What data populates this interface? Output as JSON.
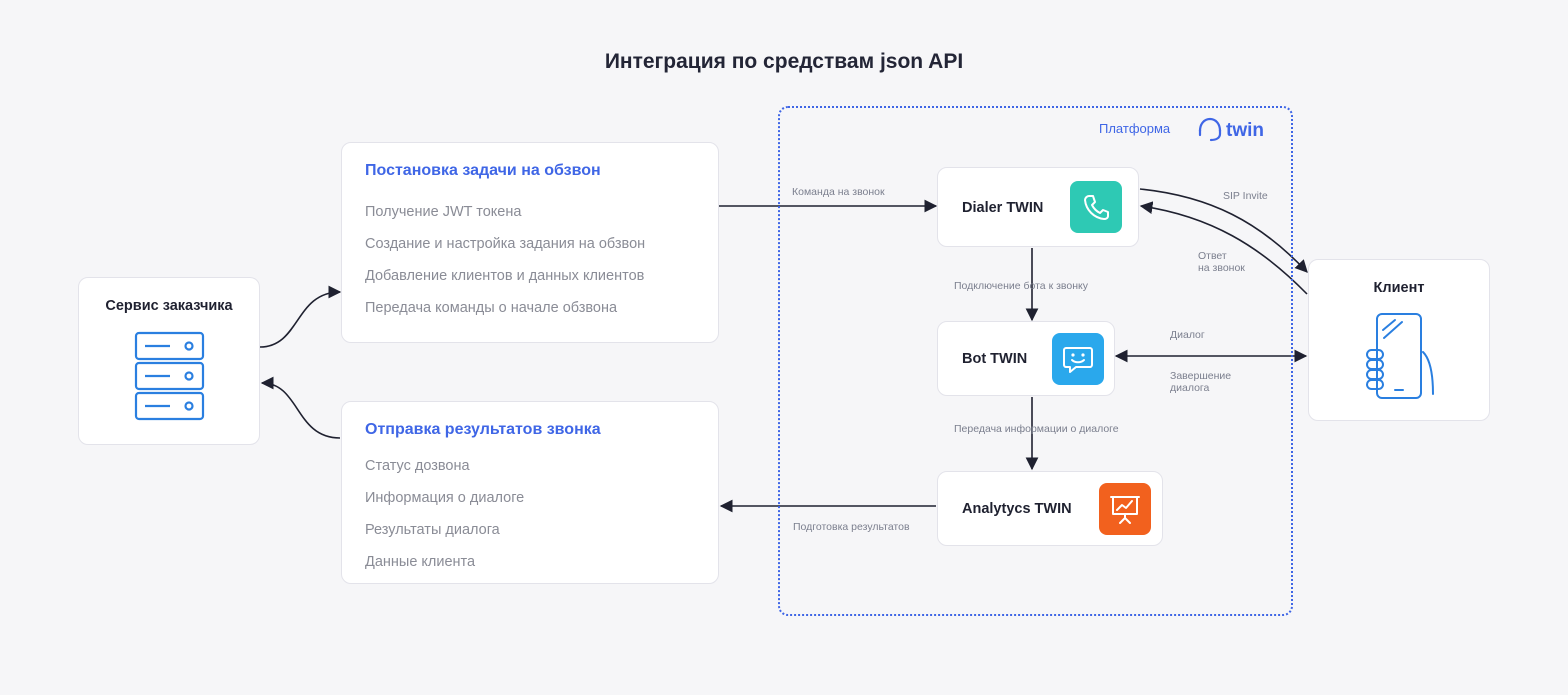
{
  "diagram": {
    "title": "Интеграция по средствам json API",
    "platform": {
      "label": "Платформа",
      "logo_text": "twin",
      "accent": "#3f66e6"
    },
    "customer_service": {
      "label": "Сервис заказчика",
      "icon": "server-icon"
    },
    "task_card": {
      "heading": "Постановка задачи на обзвон",
      "items": [
        "Получение JWT токена",
        "Создание и настройка задания на обзвон",
        "Добавление клиентов и данных клиентов",
        "Передача команды о начале обзвона"
      ]
    },
    "results_card": {
      "heading": "Отправка результатов звонка",
      "items": [
        "Статус дозвона",
        "Информация о диалоге",
        "Результаты диалога",
        "Данные клиента"
      ]
    },
    "nodes": {
      "dialer": {
        "label": "Dialer TWIN",
        "icon": "phone-icon",
        "color": "#2ec9b4"
      },
      "bot": {
        "label": "Bot TWIN",
        "icon": "chat-bot-icon",
        "color": "#2aa8ec"
      },
      "analytics": {
        "label": "Analytycs TWIN",
        "icon": "presentation-chart-icon",
        "color": "#f2611e"
      }
    },
    "client": {
      "label": "Клиент",
      "icon": "hand-phone-icon"
    },
    "edges": {
      "call_command": "Команда на звонок",
      "sip_invite": "SIP Invite",
      "answer_line1": "Ответ",
      "answer_line2": "на звонок",
      "connect_bot": "Подключение бота к звонку",
      "dialog": "Диалог",
      "end_line1": "Завершение",
      "end_line2": "диалога",
      "pass_info": "Передача информации о диалоге",
      "prepare_results": "Подготовка результатов"
    }
  }
}
